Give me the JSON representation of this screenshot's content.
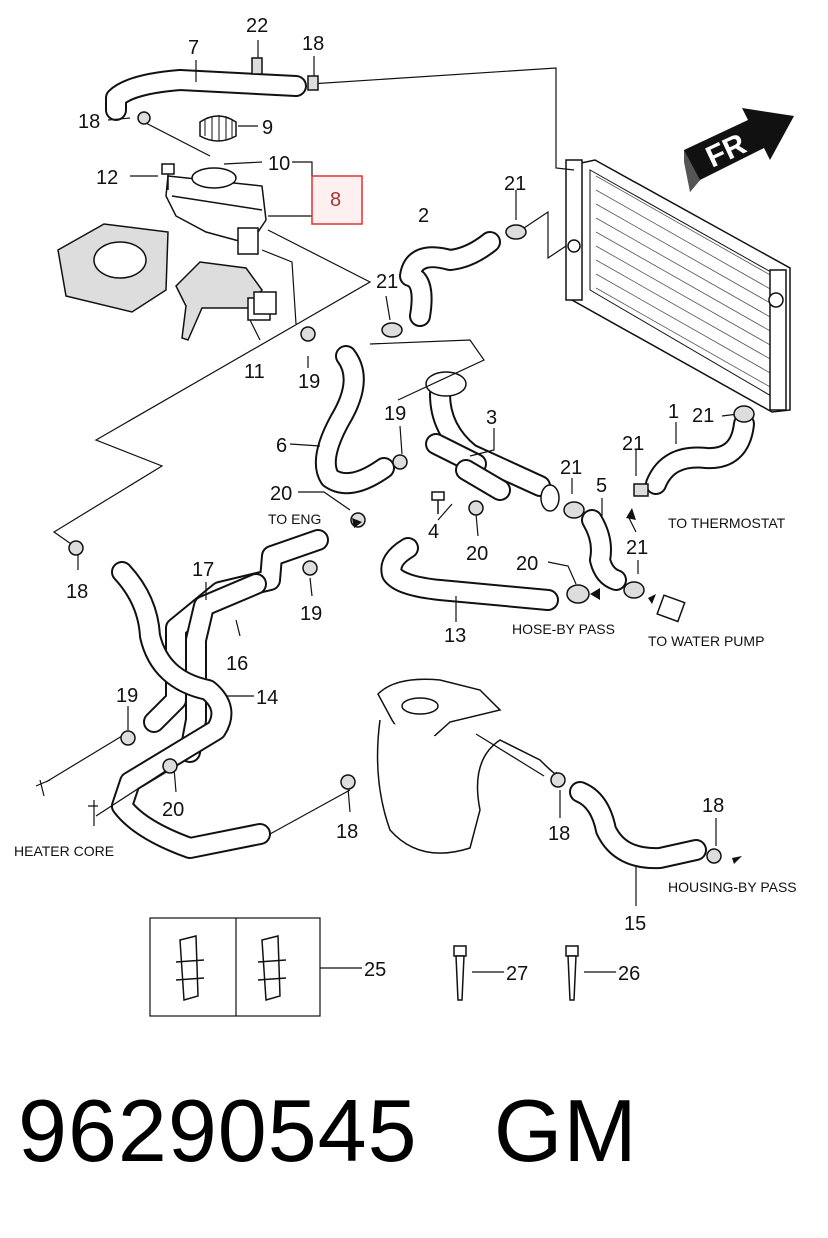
{
  "callouts": {
    "c1": "1",
    "c2": "2",
    "c3": "3",
    "c4": "4",
    "c5": "5",
    "c6": "6",
    "c7": "7",
    "c8": "8",
    "c9": "9",
    "c10": "10",
    "c11": "11",
    "c12": "12",
    "c13": "13",
    "c14": "14",
    "c15": "15",
    "c16": "16",
    "c17": "17",
    "c18": "18",
    "c19": "19",
    "c20": "20",
    "c21": "21",
    "c22": "22",
    "c25": "25",
    "c26": "26",
    "c27": "27"
  },
  "notes": {
    "to_eng": "TO  ENG",
    "to_thermostat": "TO  THERMOSTAT",
    "hose_bypass": "HOSE-BY PASS",
    "to_water_pump": "TO  WATER PUMP",
    "heater_core": "HEATER  CORE",
    "housing_bypass": "HOUSING-BY PASS"
  },
  "front_arrow_label": "FR",
  "highlighted_part": "8",
  "part_number": "96290545",
  "brand": "GM",
  "colors": {
    "highlight": "#e03030",
    "highlight_fill": "#fdeaea",
    "ink": "#111111"
  }
}
